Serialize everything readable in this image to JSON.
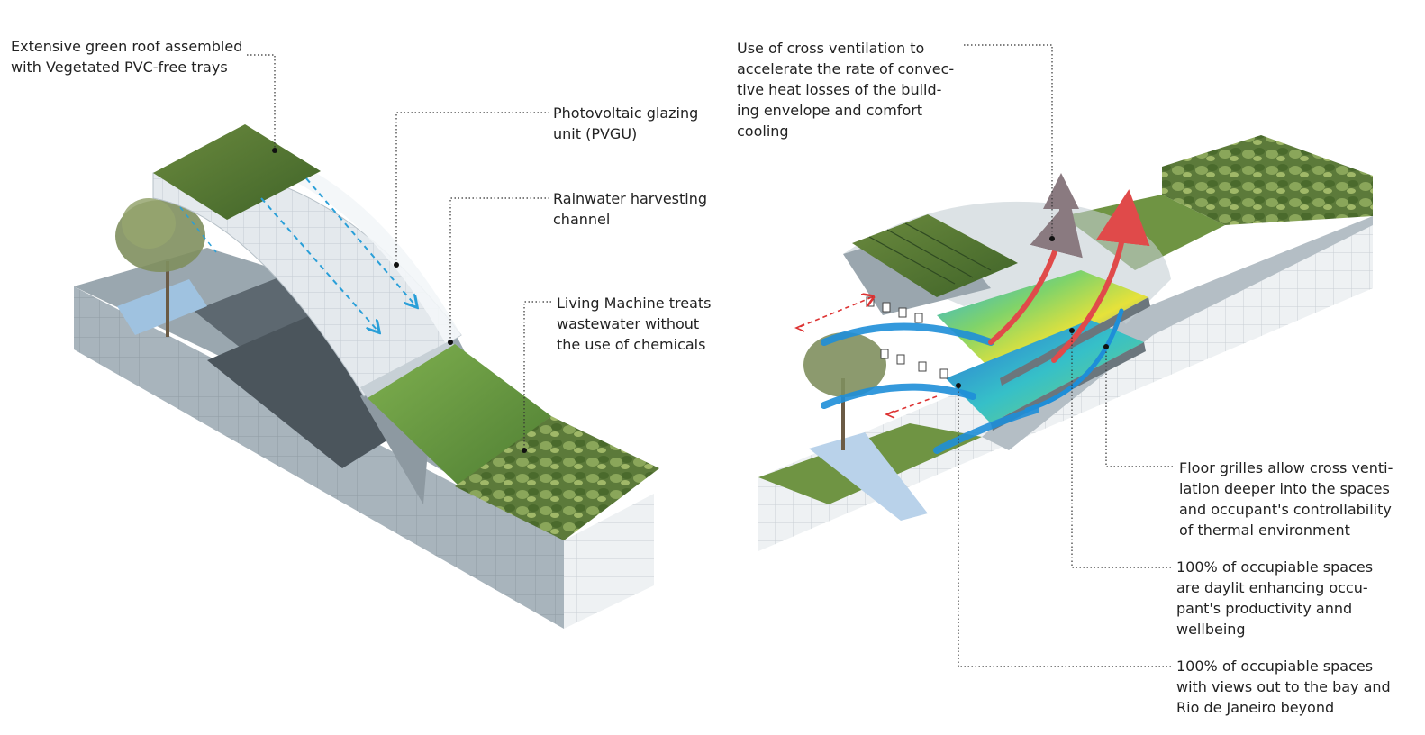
{
  "labels": {
    "green_roof": "Extensive green roof assembled\nwith Vegetated PVC-free trays",
    "pvgu": "Photovoltaic glazing\nunit (PVGU)",
    "rainwater": "Rainwater harvesting\nchannel",
    "living_machine": "Living Machine treats\nwastewater without\nthe use of chemicals",
    "cross_ventilation": "Use of cross ventilation to\naccelerate the rate of convec-\ntive heat losses of the build-\ning envelope and comfort\ncooling",
    "floor_grilles": "Floor grilles allow cross venti-\nlation deeper into the spaces\nand occupant's controllability\nof thermal environment",
    "daylit": "100% of occupiable spaces\nare daylit enhancing occu-\npant's productivity annd\nwellbeing",
    "views": "100% of occupiable spaces\nwith views out to the bay and\nRio de Janeiro beyond"
  },
  "colors": {
    "leader": "#333333",
    "airflow_warm": "#e03a3a",
    "airflow_cool": "#1e8ed8",
    "rain_arrow": "#2a9fd8",
    "vegetation": "#5a8a3c",
    "facade": "#c9d3da"
  }
}
